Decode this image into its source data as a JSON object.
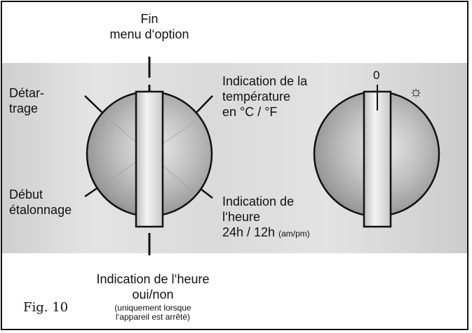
{
  "labels": {
    "top_line1": "Fin",
    "top_line2": "menu d‘option",
    "left_upper_line1": "Détar-",
    "left_upper_line2": "trage",
    "left_lower_line1": "Début",
    "left_lower_line2": "étalonnage",
    "right_upper_line1": "Indication de la",
    "right_upper_line2": "température",
    "right_upper_line3": "en °C / °F",
    "right_lower_line1": "Indication de",
    "right_lower_line2": "l‘heure",
    "right_lower_line3_main": "24h / 12h",
    "right_lower_line3_small": "(am/pm)",
    "bottom_line1": "Indication de l‘heure",
    "bottom_line2": "oui/non",
    "bottom_note_line1": "(uniquement lorsque",
    "bottom_note_line2": "l‘appareil est arrêté)",
    "right_knob_zero": "0",
    "right_knob_sun": "☼",
    "figure": "Fig. 10"
  }
}
